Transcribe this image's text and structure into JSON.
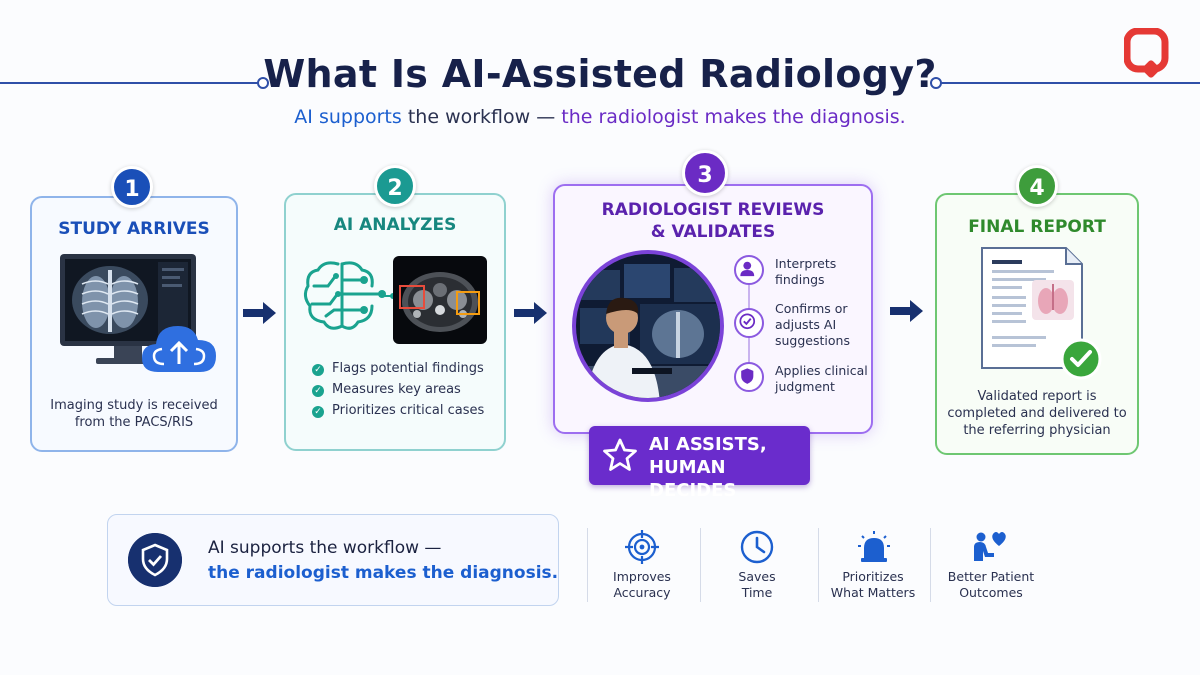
{
  "header": {
    "title": "What Is AI-Assisted Radiology?",
    "subtitle_part1": "AI supports",
    "subtitle_part2": "the workflow —",
    "subtitle_part3": "the radiologist makes the diagnosis."
  },
  "steps": [
    {
      "number": "1",
      "title": "STUDY ARRIVES",
      "description": "Imaging study is received from the PACS/RIS",
      "icons": [
        "monitor-xray-icon",
        "cloud-upload-icon"
      ]
    },
    {
      "number": "2",
      "title": "AI ANALYZES",
      "bullets": [
        "Flags potential findings",
        "Measures key areas",
        "Prioritizes critical cases"
      ],
      "icons": [
        "ai-brain-icon",
        "ct-scan-icon"
      ]
    },
    {
      "number": "3",
      "title_line1": "RADIOLOGIST REVIEWS",
      "title_line2": "& VALIDATES",
      "items": [
        {
          "icon": "person-icon",
          "label": "Interprets findings"
        },
        {
          "icon": "check-circle-icon",
          "label": "Confirms or adjusts AI suggestions"
        },
        {
          "icon": "shield-icon",
          "label": "Applies clinical judgment"
        }
      ],
      "callout_line1": "AI ASSISTS,",
      "callout_line2": "HUMAN DECIDES"
    },
    {
      "number": "4",
      "title": "FINAL REPORT",
      "description": "Validated report is completed and delivered to the referring physician",
      "icons": [
        "report-document-icon",
        "check-badge-icon"
      ]
    }
  ],
  "bottom": {
    "line1": "AI supports the workflow —",
    "line2": "the radiologist makes the diagnosis.",
    "benefits": [
      {
        "icon": "target-icon",
        "line1": "Improves",
        "line2": "Accuracy"
      },
      {
        "icon": "clock-icon",
        "line1": "Saves",
        "line2": "Time"
      },
      {
        "icon": "alarm-icon",
        "line1": "Prioritizes",
        "line2": "What Matters"
      },
      {
        "icon": "patient-heart-icon",
        "line1": "Better Patient",
        "line2": "Outcomes"
      }
    ]
  },
  "colors": {
    "navy": "#17214a",
    "blue": "#1a4fb8",
    "teal": "#1b9a92",
    "purple": "#6b2bc4",
    "green": "#3e9d3c",
    "logo_red": "#e53935"
  }
}
